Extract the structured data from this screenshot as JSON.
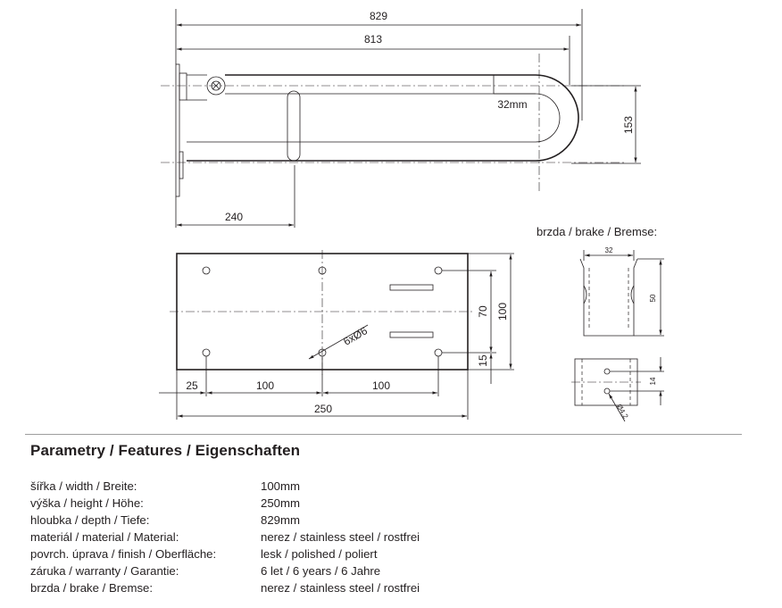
{
  "drawing": {
    "dimensions": {
      "overall_length": "829",
      "inner_length": "813",
      "tube_diameter": "32mm",
      "height": "153",
      "support_position": "240",
      "plate_edge_offset": "25",
      "hole_spacing_1": "100",
      "hole_spacing_2": "100",
      "plate_width": "250",
      "plate_height": "100",
      "hole_row_distance": "70",
      "hole_bottom_offset": "15",
      "hole_callout": "6xØ6"
    },
    "brake": {
      "title": "brzda / brake / Bremse:",
      "width": "32",
      "height": "50",
      "slot": "14",
      "hole": "Ø4,2"
    }
  },
  "features": {
    "title": "Parametry / Features / Eigenschaften",
    "rows": [
      {
        "label": "šířka / width / Breite:",
        "value": "100mm"
      },
      {
        "label": "výška / height / Höhe:",
        "value": "250mm"
      },
      {
        "label": "hloubka / depth / Tiefe:",
        "value": "829mm"
      },
      {
        "label": "materiál / material / Material:",
        "value": "nerez / stainless steel / rostfrei"
      },
      {
        "label": "povrch. úprava / finish / Oberfläche:",
        "value": "lesk / polished / poliert"
      },
      {
        "label": "záruka / warranty / Garantie:",
        "value": "6 let / 6 years / 6 Jahre"
      },
      {
        "label": "brzda / brake / Bremse:",
        "value": "nerez / stainless steel / rostfrei"
      }
    ]
  }
}
